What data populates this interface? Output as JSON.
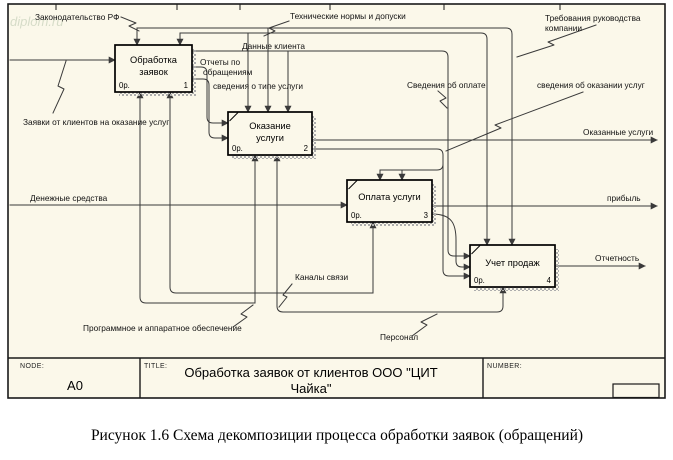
{
  "colors": {
    "background": "#FBF8EA",
    "box_fill": "#FBF8EA",
    "line": "#3a3a3a",
    "shadow_color": "#a8a8a8"
  },
  "watermark": "diplom.ru",
  "labels": {
    "zakonodatelstvo": "Законодательство РФ",
    "tech_normy": "Технические нормы и допуски",
    "trebovaniya_line1": "Требования руководства",
    "trebovaniya_line2": "компании",
    "dannye_klienta": "Данные клиента",
    "otchety_line1": "Отчеты по",
    "otchety_line2": "обращениям",
    "svedeniya_tip": "сведения о типе услуги",
    "zayavki": "Заявки от клиентов на оказание услуг",
    "svedeniya_oplate": "Сведения об оплате",
    "svedeniya_okazanii": "сведения об оказании услуг",
    "okazannye_uslugi": "Оказанные услуги",
    "denezhnye": "Денежные средства",
    "pribyl": "прибыль",
    "otchetnost": "Отчетность",
    "kanaly_svyazi": "Каналы связи",
    "programmnoe": "Программное и аппаратное обеспечение",
    "personal": "Персонал"
  },
  "boxes": [
    {
      "line1": "Обработка",
      "line2": "заявок",
      "cost": "0р.",
      "num": "1"
    },
    {
      "line1": "Оказание",
      "line2": "услуги",
      "cost": "0р.",
      "num": "2"
    },
    {
      "line1": "Оплата услуги",
      "cost": "0р.",
      "num": "3"
    },
    {
      "line1": "Учет продаж",
      "cost": "0р.",
      "num": "4"
    }
  ],
  "title_block": {
    "node_label": "NODE:",
    "node_value": "A0",
    "title_label": "TITLE:",
    "title_line1": "Обработка заявок от клиентов ООО \"ЦИТ",
    "title_line2": "Чайка\"",
    "number_label": "NUMBER:"
  },
  "caption": "Рисунок 1.6 Схема декомпозиции процесса обработки заявок (обращений)"
}
